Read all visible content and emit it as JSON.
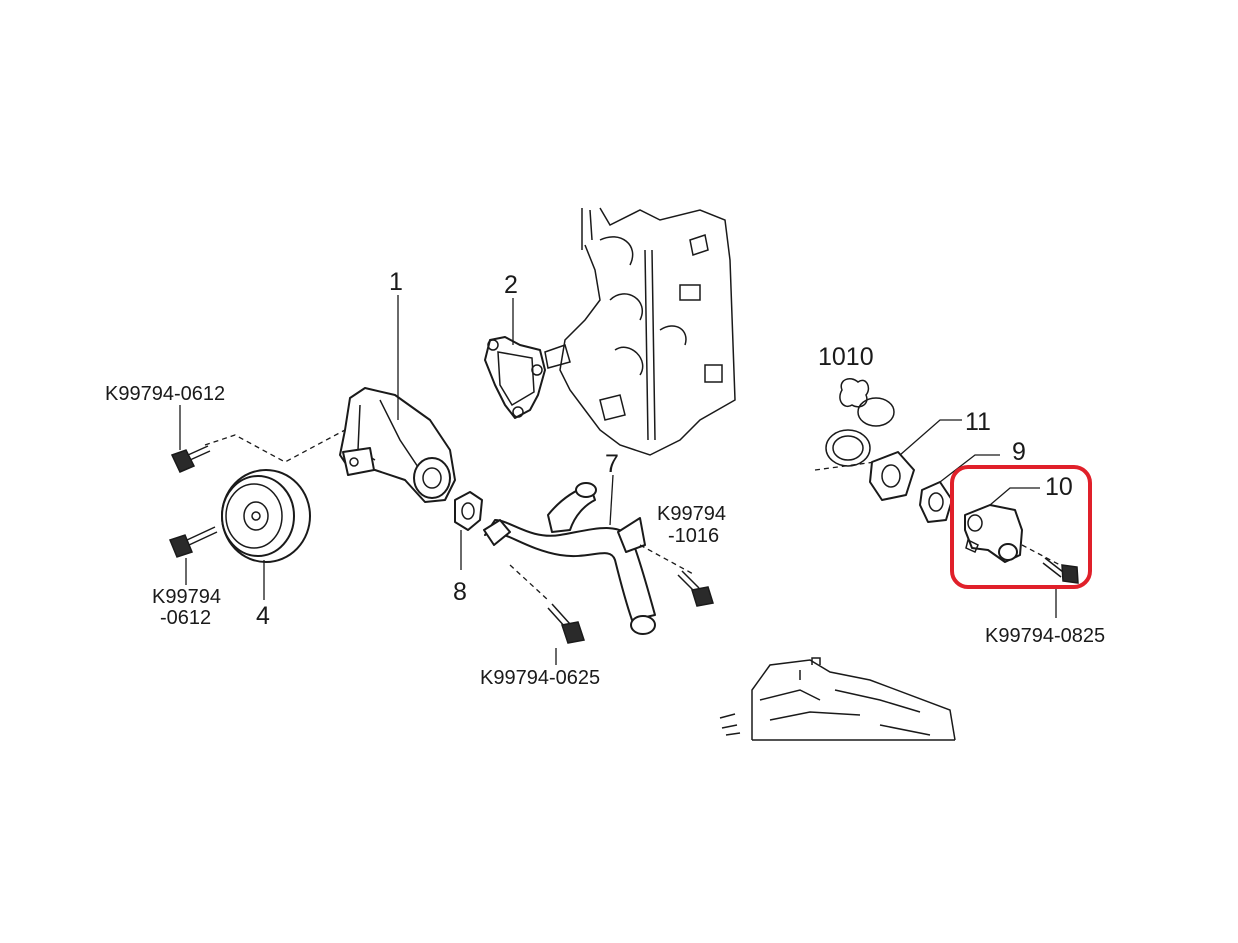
{
  "labels": {
    "part_1": "1",
    "part_2": "2",
    "part_4": "4",
    "part_7": "7",
    "part_8": "8",
    "part_9": "9",
    "part_10": "10",
    "part_11": "11",
    "part_1010": "1010",
    "bolt_top_left": "K99794-0612",
    "bolt_left_lower_1": "K99794",
    "bolt_left_lower_2": "-0612",
    "bolt_pipe_1": "K99794",
    "bolt_pipe_2": "-1016",
    "bolt_center_bottom": "K99794-0625",
    "bolt_right": "K99794-0825"
  },
  "highlight": {
    "color": "#e0202a",
    "target": "10"
  }
}
